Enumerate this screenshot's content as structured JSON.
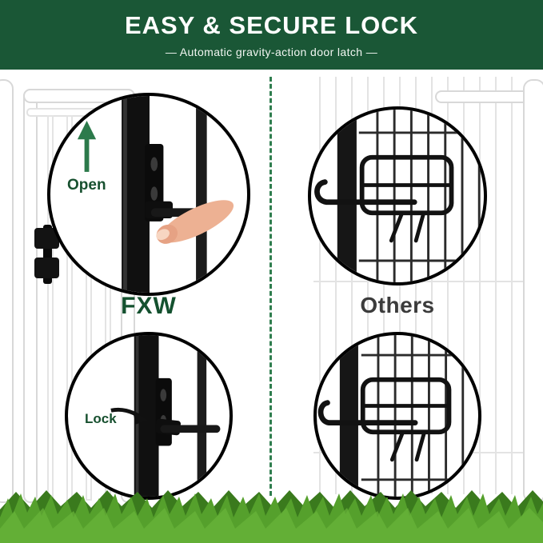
{
  "header": {
    "title": "EASY & SECURE LOCK",
    "subtitle": "—  Automatic gravity-action door latch  —"
  },
  "comparison": {
    "fxw": {
      "brand": "FXW",
      "open_label": "Open",
      "lock_label": "Lock"
    },
    "others": {
      "brand": "Others"
    }
  },
  "icons": {
    "up_arrow": "green up arrow above Open label",
    "right_arrow": "black arrow pointing at latch next to Lock label",
    "finger_pointer": "finger pressing gravity latch pin",
    "gravity_latch": "FXW metal gravity latch hardware",
    "wire_latch": "competitor bent-wire latch hardware"
  },
  "colors": {
    "header_bg": "#1a5736",
    "brand_green": "#14512f",
    "others_gray": "#3b3b3b",
    "divider_green": "#2f7d4e",
    "grass_front": "#55a02c",
    "grass_back": "#3a7a1d",
    "circle_border": "#000000"
  }
}
